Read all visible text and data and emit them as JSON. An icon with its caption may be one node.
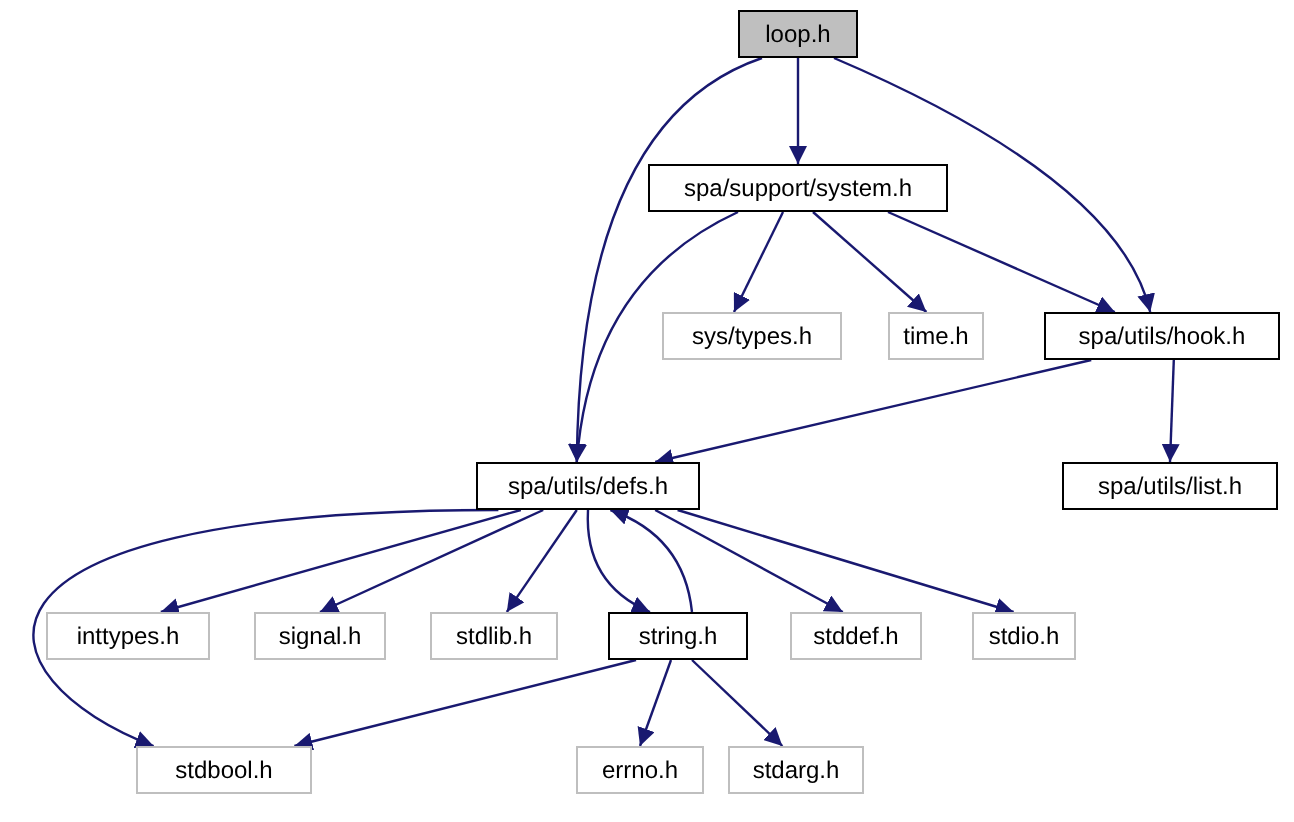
{
  "diagram": {
    "nodes": [
      {
        "text": [
          "loop.h"
        ]
      },
      {
        "text": [
          "spa/support/system.h"
        ]
      },
      {
        "text": [
          "sys/types.h"
        ]
      },
      {
        "text": [
          "time.h"
        ]
      },
      {
        "text": [
          "spa/utils/hook.h"
        ]
      },
      {
        "text": [
          "spa/utils/defs.h"
        ]
      },
      {
        "text": [
          "spa/utils/list.h"
        ]
      },
      {
        "text": [
          "inttypes.h"
        ]
      },
      {
        "text": [
          "signal.h"
        ]
      },
      {
        "text": [
          "stdlib.h"
        ]
      },
      {
        "text": [
          "string.h"
        ]
      },
      {
        "text": [
          "stddef.h"
        ]
      },
      {
        "text": [
          "stdio.h"
        ]
      },
      {
        "text": [
          "stdbool.h"
        ]
      },
      {
        "text": [
          "errno.h"
        ]
      },
      {
        "text": [
          "stdarg.h"
        ]
      }
    ],
    "edges": [
      {
        "from": 0,
        "to": 1,
        "arrow": "to"
      },
      {
        "from": 0,
        "to": 5,
        "arrow": "to"
      },
      {
        "from": 0,
        "to": 4,
        "arrow": "to"
      },
      {
        "from": 1,
        "to": 5,
        "arrow": "to"
      },
      {
        "from": 1,
        "to": 2,
        "arrow": "to"
      },
      {
        "from": 1,
        "to": 3,
        "arrow": "to"
      },
      {
        "from": 1,
        "to": 4,
        "arrow": "to"
      },
      {
        "from": 4,
        "to": 5,
        "arrow": "to"
      },
      {
        "from": 4,
        "to": 6,
        "arrow": "to"
      },
      {
        "from": 5,
        "to": 13,
        "arrow": "to"
      },
      {
        "from": 5,
        "to": 7,
        "arrow": "to"
      },
      {
        "from": 5,
        "to": 8,
        "arrow": "to"
      },
      {
        "from": 5,
        "to": 9,
        "arrow": "to"
      },
      {
        "from": 5,
        "to": 10,
        "arrow": "to"
      },
      {
        "from": 10,
        "to": 5,
        "arrow": "to"
      },
      {
        "from": 5,
        "to": 11,
        "arrow": "to"
      },
      {
        "from": 5,
        "to": 12,
        "arrow": "to"
      },
      {
        "from": 10,
        "to": 13,
        "arrow": "to"
      },
      {
        "from": 10,
        "to": 14,
        "arrow": "to"
      },
      {
        "from": 10,
        "to": 15,
        "arrow": "to"
      }
    ]
  }
}
